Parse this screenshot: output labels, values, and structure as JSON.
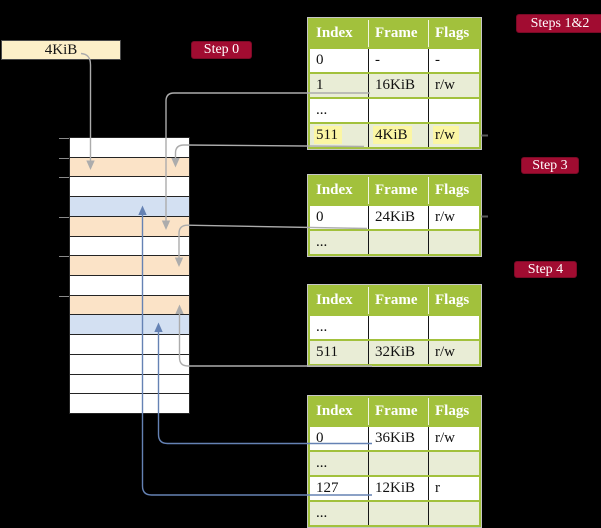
{
  "colors": {
    "background": "#000000",
    "olive": "#a2c13c",
    "row_green": "#e9edd6",
    "peach": "#fbe3c7",
    "blue_row": "#d3e0f2",
    "cream": "#fcefc8",
    "crimson": "#a10c31",
    "yellow_highlight": "#fbf6a4",
    "arrow_gray": "#acacac",
    "arrow_blue": "#6582b4"
  },
  "page_box": {
    "label": "4KiB"
  },
  "badges": [
    {
      "id": "step0",
      "label": "Step 0"
    },
    {
      "id": "steps12",
      "label": "Steps 1&2"
    },
    {
      "id": "step3",
      "label": "Step 3"
    },
    {
      "id": "step4",
      "label": "Step 4"
    }
  ],
  "memory": {
    "description": "physical memory frames, top to bottom",
    "rows": [
      "white",
      "peach",
      "white",
      "blue",
      "peach",
      "white",
      "peach",
      "white",
      "peach",
      "blue",
      "white",
      "white",
      "white",
      "white"
    ],
    "tick_boundaries": [
      0,
      1,
      2,
      4,
      6,
      8
    ]
  },
  "tables": [
    {
      "name": "page table steps 1&2",
      "headers": [
        "Index",
        "Frame",
        "Flags"
      ],
      "rows": [
        {
          "cells": [
            "0",
            "-",
            "-"
          ],
          "shade": "white",
          "highlight": false
        },
        {
          "cells": [
            "1",
            "16KiB",
            "r/w"
          ],
          "shade": "green",
          "highlight": false
        },
        {
          "cells": [
            "...",
            "",
            ""
          ],
          "shade": "white",
          "highlight": false
        },
        {
          "cells": [
            "511",
            "4KiB",
            "r/w"
          ],
          "shade": "green",
          "highlight": true
        }
      ]
    },
    {
      "name": "page table step 3",
      "headers": [
        "Index",
        "Frame",
        "Flags"
      ],
      "rows": [
        {
          "cells": [
            "0",
            "24KiB",
            "r/w"
          ],
          "shade": "white",
          "highlight": false
        },
        {
          "cells": [
            "...",
            "",
            ""
          ],
          "shade": "green",
          "highlight": false
        }
      ]
    },
    {
      "name": "page table step 4a",
      "headers": [
        "Index",
        "Frame",
        "Flags"
      ],
      "rows": [
        {
          "cells": [
            "...",
            "",
            ""
          ],
          "shade": "white",
          "highlight": false
        },
        {
          "cells": [
            "511",
            "32KiB",
            "r/w"
          ],
          "shade": "green",
          "highlight": false
        }
      ]
    },
    {
      "name": "page table step 4b",
      "headers": [
        "Index",
        "Frame",
        "Flags"
      ],
      "rows": [
        {
          "cells": [
            "0",
            "36KiB",
            "r/w"
          ],
          "shade": "white",
          "highlight": false
        },
        {
          "cells": [
            "...",
            "",
            ""
          ],
          "shade": "green",
          "highlight": false
        },
        {
          "cells": [
            "127",
            "12KiB",
            "r"
          ],
          "shade": "white",
          "highlight": false
        },
        {
          "cells": [
            "...",
            "",
            ""
          ],
          "shade": "green",
          "highlight": false
        }
      ]
    }
  ],
  "arrows": [
    {
      "id": "kib-box-to-frame",
      "color": "gray",
      "from": "4KiB label box",
      "to": "memory frame row 2"
    },
    {
      "id": "t1-entry1-pointer",
      "color": "gray",
      "from": "table1 entry 1 (16KiB)",
      "to": "memory frame row 5"
    },
    {
      "id": "t1-entry511-pointer",
      "color": "gray",
      "from": "table1 entry 511 (4KiB)",
      "to": "memory frame row 2"
    },
    {
      "id": "t2-entry0-pointer",
      "color": "gray",
      "from": "table2 entry 0 (24KiB)",
      "to": "memory frame row 7"
    },
    {
      "id": "t3-entry511-pointer",
      "color": "gray",
      "from": "table3 entry 511 (32KiB)",
      "to": "memory frame row 9"
    },
    {
      "id": "t4-entry0-pointer",
      "color": "blue",
      "from": "table4 entry 0 (36KiB)",
      "to": "memory frame row 10"
    },
    {
      "id": "t4-entry127-pointer",
      "color": "blue",
      "from": "table4 entry 127 (12KiB)",
      "to": "memory frame row 4"
    }
  ]
}
